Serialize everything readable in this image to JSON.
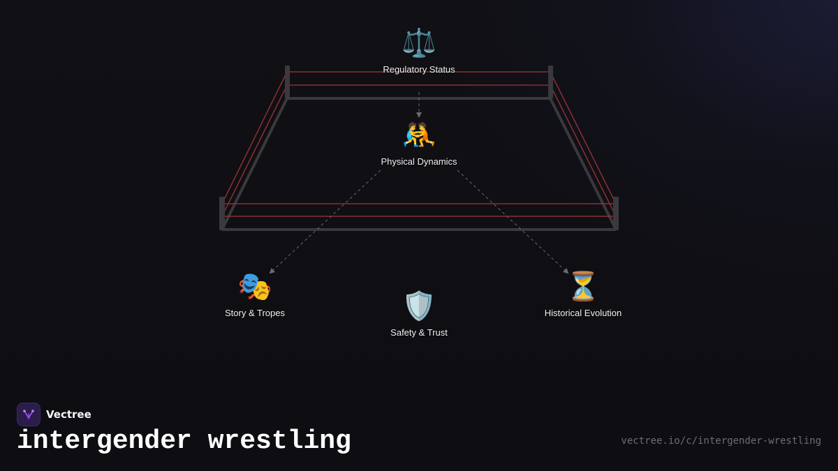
{
  "diagram": {
    "nodes": [
      {
        "id": "regulatory",
        "emoji": "⚖️",
        "label": "Regulatory Status"
      },
      {
        "id": "physical",
        "emoji": "🤼",
        "label": "Physical Dynamics"
      },
      {
        "id": "story",
        "emoji": "🎭",
        "label": "Story & Tropes"
      },
      {
        "id": "safety",
        "emoji": "🛡️",
        "label": "Safety & Trust"
      },
      {
        "id": "historical",
        "emoji": "⏳",
        "label": "Historical Evolution"
      }
    ],
    "edges": [
      {
        "from": "regulatory",
        "to": "physical"
      },
      {
        "from": "physical",
        "to": "story"
      },
      {
        "from": "physical",
        "to": "historical"
      }
    ]
  },
  "colors": {
    "ropes": "#8e2f2f",
    "ring_frame": "#3a3a3e",
    "edge": "#6a6a70",
    "logo_accent": "#a855f7"
  },
  "footer": {
    "brand_name": "Vectree",
    "brand_icon": "vectree-logo-icon",
    "title": "intergender wrestling",
    "url": "vectree.io/c/intergender-wrestling"
  }
}
